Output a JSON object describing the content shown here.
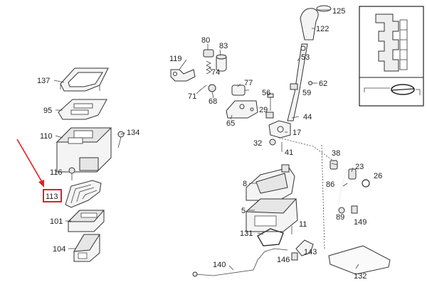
{
  "diagram": {
    "highlight_color": "#e02020",
    "highlighted_part": "113",
    "callouts": [
      {
        "id": "137"
      },
      {
        "id": "95"
      },
      {
        "id": "110"
      },
      {
        "id": "134"
      },
      {
        "id": "116"
      },
      {
        "id": "113"
      },
      {
        "id": "101"
      },
      {
        "id": "104"
      },
      {
        "id": "119"
      },
      {
        "id": "80"
      },
      {
        "id": "83"
      },
      {
        "id": "74"
      },
      {
        "id": "71"
      },
      {
        "id": "68"
      },
      {
        "id": "77"
      },
      {
        "id": "65"
      },
      {
        "id": "56"
      },
      {
        "id": "29"
      },
      {
        "id": "125"
      },
      {
        "id": "122"
      },
      {
        "id": "53"
      },
      {
        "id": "62"
      },
      {
        "id": "59"
      },
      {
        "id": "44"
      },
      {
        "id": "17"
      },
      {
        "id": "32"
      },
      {
        "id": "41"
      },
      {
        "id": "38"
      },
      {
        "id": "23"
      },
      {
        "id": "26"
      },
      {
        "id": "86"
      },
      {
        "id": "89"
      },
      {
        "id": "149"
      },
      {
        "id": "8"
      },
      {
        "id": "5"
      },
      {
        "id": "11"
      },
      {
        "id": "131"
      },
      {
        "id": "143"
      },
      {
        "id": "146"
      },
      {
        "id": "140"
      },
      {
        "id": "132"
      }
    ]
  }
}
